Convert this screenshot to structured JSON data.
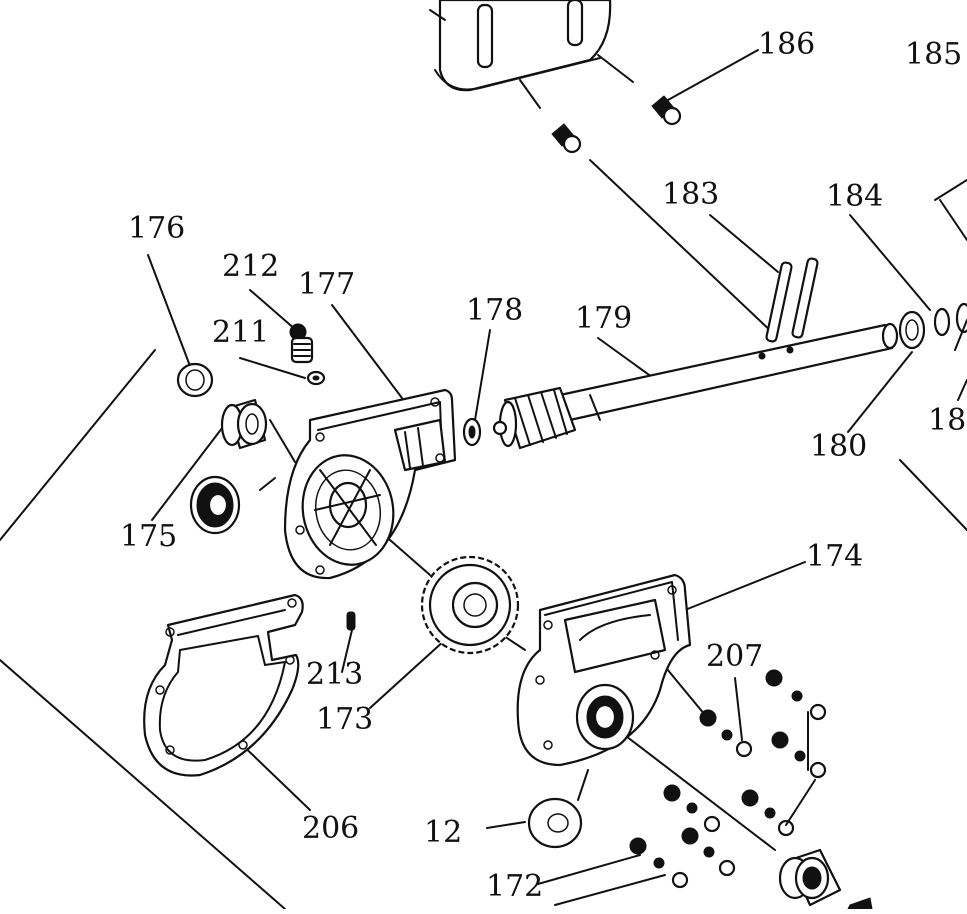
{
  "callouts": {
    "c186": "186",
    "c185": "185",
    "c183": "183",
    "c184": "184",
    "c176": "176",
    "c212": "212",
    "c177": "177",
    "c211": "211",
    "c178": "178",
    "c179": "179",
    "c180": "180",
    "c18x": "18",
    "c175": "175",
    "c174": "174",
    "c213": "213",
    "c173": "173",
    "c207": "207",
    "c206": "206",
    "c12": "12",
    "c172": "172"
  }
}
